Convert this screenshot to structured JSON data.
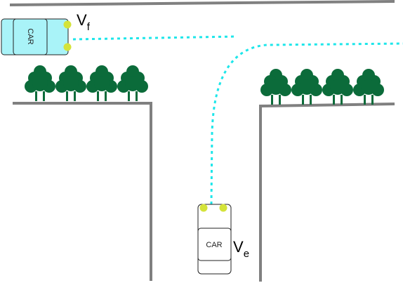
{
  "colors": {
    "background": "#ffffff",
    "road_edge": "#808080",
    "tree": "#0b6b3a",
    "path": "#1ee6ea",
    "headlight": "#d4e33a",
    "car_f_fill": "#a9f3f8",
    "car_e_fill": "#ffffff",
    "car_outline": "#222222"
  },
  "icons": {
    "tree": "tree-icon",
    "car": "car-icon",
    "headlight": "headlight-icon"
  },
  "cars": {
    "front": {
      "label": "CAR",
      "velocity": {
        "symbol": "V",
        "subscript": "f"
      }
    },
    "ego": {
      "label": "CAR",
      "velocity": {
        "symbol": "V",
        "subscript": "e"
      }
    }
  },
  "trees": {
    "left_count": 4,
    "right_count": 4
  }
}
